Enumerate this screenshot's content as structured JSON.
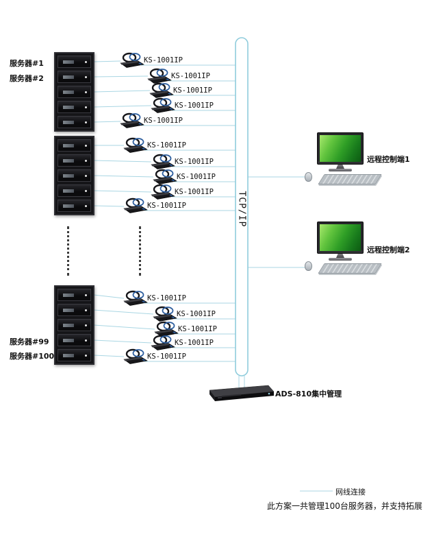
{
  "diagram": {
    "server_labels": {
      "s1": "服务器#1",
      "s2": "服务器#2",
      "s99": "服务器#99",
      "s100": "服务器#100"
    },
    "ks_label": "KS-1001IP",
    "backbone_label": "TCP/IP",
    "remote_terminal_1": "远程控制端1",
    "remote_terminal_2": "远程控制端2",
    "controller_label": "ADS-810集中管理",
    "legend_label": "网线连接",
    "footnote": "此方案一共管理100台服务器，并支持拓展",
    "colors": {
      "connection_line": "#a9d6e3",
      "backbone_stroke": "#8fccdc",
      "screen_green": "#2f9e26"
    }
  }
}
